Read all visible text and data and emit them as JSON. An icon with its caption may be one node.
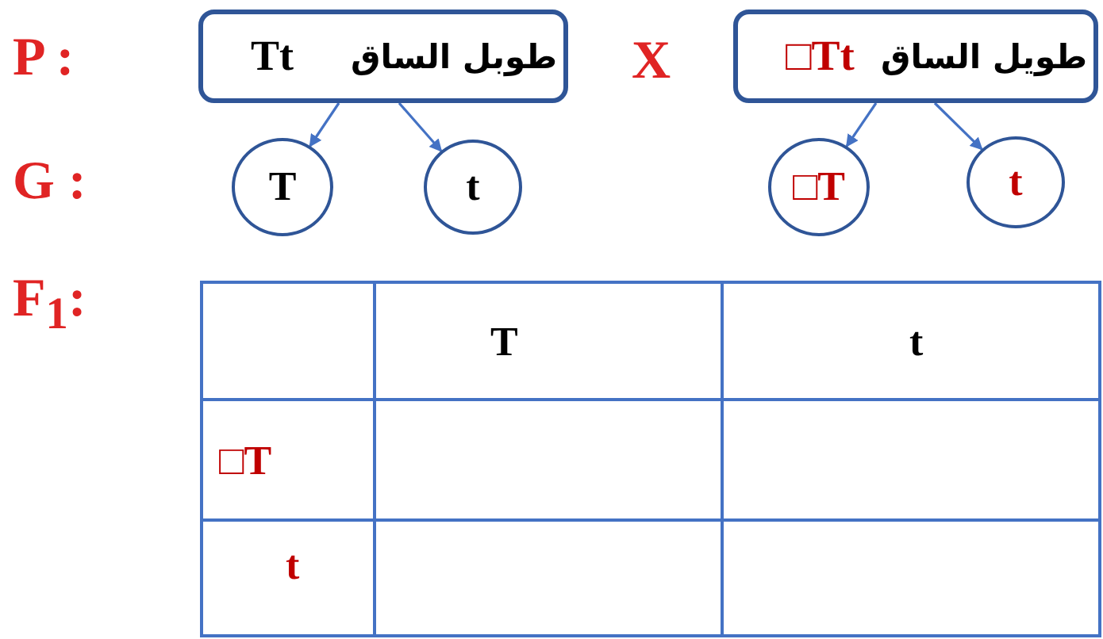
{
  "diagram": {
    "nodes": [
      {
        "text": [
          "طوبل الساق",
          "Tt"
        ]
      },
      {
        "text": [
          "طويل الساق",
          "□Tt"
        ]
      },
      {
        "text": [
          "T"
        ]
      },
      {
        "text": [
          "t"
        ]
      },
      {
        "text": [
          "□T"
        ]
      },
      {
        "text": [
          "t"
        ]
      }
    ],
    "edges": [
      {
        "from": 0,
        "to": 2,
        "arrow": "to"
      },
      {
        "from": 0,
        "to": 3,
        "arrow": "to"
      },
      {
        "from": 1,
        "to": 4,
        "arrow": "to"
      },
      {
        "from": 1,
        "to": 5,
        "arrow": "to"
      }
    ],
    "labels": [
      "P :",
      "X",
      "G :",
      "F$_{1}$:",
      "T",
      "t",
      "□T",
      "t"
    ]
  }
}
